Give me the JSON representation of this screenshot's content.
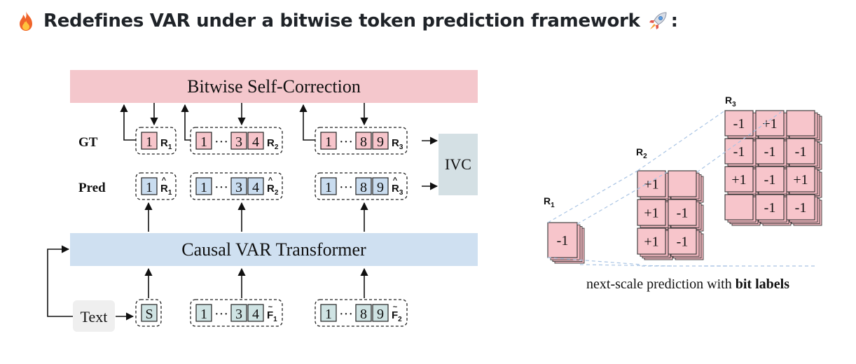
{
  "heading": {
    "title": "Redefines VAR under a bitwise token prediction framework",
    "suffix": ":",
    "left_icon": "fire-icon",
    "right_icon": "rocket-icon"
  },
  "colors": {
    "pink_bar": "#f4c7cc",
    "blue_bar": "#cfe0f1",
    "pink_token": "#f7c5cb",
    "blue_token": "#c9dcef",
    "green_token": "#cfe3e3",
    "ivc_box": "#d4e0e4",
    "text_box": "#efefef"
  },
  "left_diagram": {
    "top_bar": "Bitwise Self-Correction",
    "mid_bar": "Causal VAR Transformer",
    "row_labels": {
      "gt": "GT",
      "pred": "Pred"
    },
    "ivc": "IVC",
    "text_input": "Text",
    "ellipsis": "···",
    "gt_row": [
      {
        "tokens": [
          "1"
        ],
        "ellipsis": false,
        "label": "R",
        "sub": "1",
        "accent": ""
      },
      {
        "tokens": [
          "1",
          "3",
          "4"
        ],
        "ellipsis": true,
        "label": "R",
        "sub": "2",
        "accent": ""
      },
      {
        "tokens": [
          "1",
          "8",
          "9"
        ],
        "ellipsis": true,
        "label": "R",
        "sub": "3",
        "accent": ""
      }
    ],
    "pred_row": [
      {
        "tokens": [
          "1"
        ],
        "ellipsis": false,
        "label": "R",
        "sub": "1",
        "accent": "^"
      },
      {
        "tokens": [
          "1",
          "3",
          "4"
        ],
        "ellipsis": true,
        "label": "R",
        "sub": "2",
        "accent": "^"
      },
      {
        "tokens": [
          "1",
          "8",
          "9"
        ],
        "ellipsis": true,
        "label": "R",
        "sub": "3",
        "accent": "^"
      }
    ],
    "input_row": [
      {
        "tokens": [
          "S"
        ],
        "ellipsis": false,
        "label": "",
        "sub": "",
        "accent": ""
      },
      {
        "tokens": [
          "1",
          "3",
          "4"
        ],
        "ellipsis": true,
        "label": "F",
        "sub": "1",
        "accent": "~"
      },
      {
        "tokens": [
          "1",
          "8",
          "9"
        ],
        "ellipsis": true,
        "label": "F",
        "sub": "2",
        "accent": "~"
      }
    ]
  },
  "right_diagram": {
    "scales": [
      {
        "label": "R",
        "sub": "1",
        "values": [
          "-1"
        ]
      },
      {
        "label": "R",
        "sub": "2",
        "values": [
          "+1",
          "",
          "+1",
          "-1",
          "+1",
          "-1"
        ]
      },
      {
        "label": "R",
        "sub": "3",
        "values": [
          "-1",
          "+1",
          "",
          "-1",
          "-1",
          "-1",
          "+1",
          "-1",
          "+1",
          "",
          "-1",
          "-1"
        ]
      }
    ],
    "caption_normal": "next-scale prediction with ",
    "caption_bold": "bit labels"
  }
}
